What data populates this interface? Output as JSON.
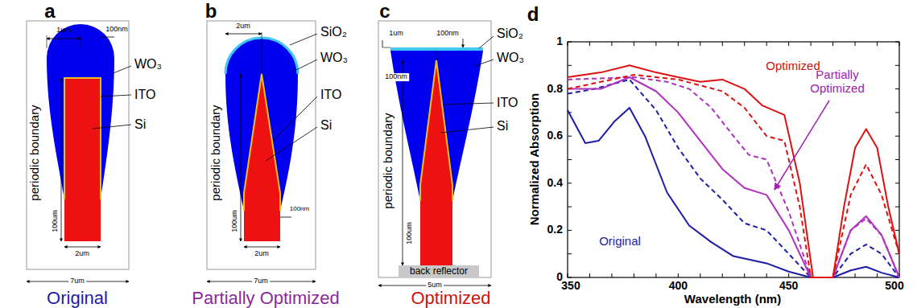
{
  "diagram": {
    "labels": [
      "a",
      "1um",
      "100nm",
      "WO₃",
      "ITO",
      "Si",
      "periodic boundary",
      "100um",
      "2um",
      "7um",
      "Original",
      "b",
      "2um",
      "SiO₂",
      "WO₃",
      "ITO",
      "Si",
      "periodic boundary",
      "100um",
      "100nm",
      "2um",
      "7um",
      "Partially Optimized",
      "c",
      "1um",
      "100nm",
      "SiO₂",
      "100nm",
      "WO₃",
      "ITO",
      "Si",
      "periodic boundary",
      "100um",
      "back reflector",
      "5um",
      "Optimized",
      "d",
      "Normalized Absorption",
      "0",
      "0.2",
      "0.4",
      "0.6",
      "0.8",
      "1",
      "350",
      "400",
      "450",
      "500",
      "Wavelength (nm)",
      "Optimized",
      "Partially Optimized",
      "Original"
    ]
  }
}
